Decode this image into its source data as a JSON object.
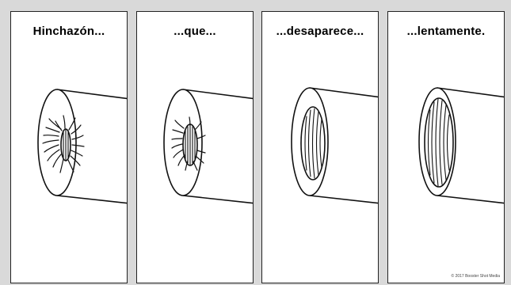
{
  "panels": [
    {
      "caption": "Hinchazón..."
    },
    {
      "caption": "...que..."
    },
    {
      "caption": "...desaparece..."
    },
    {
      "caption": "...lentamente."
    }
  ],
  "copyright": "© 2017 Booster Shot Media",
  "colors": {
    "background": "#d9d9d9",
    "panel": "#ffffff",
    "ink": "#222222"
  }
}
